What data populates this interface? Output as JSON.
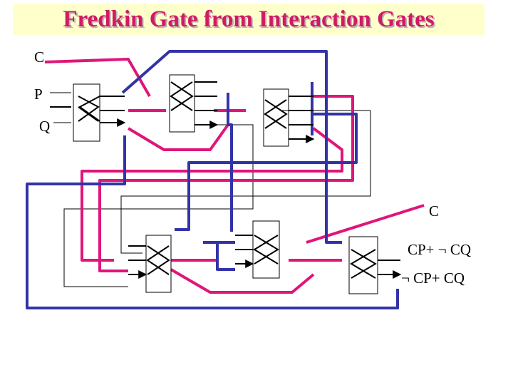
{
  "title": "Fredkin Gate from Interaction Gates",
  "inputs": {
    "c": "C",
    "p": "P",
    "q": "Q"
  },
  "outputs": {
    "c": "C",
    "out1": "CP+ ¬ CQ",
    "out2": "¬ CP+ CQ"
  },
  "colors": {
    "title": "#d11a66",
    "magenta_wire": "#e0157a",
    "blue_wire": "#3333a8",
    "thin_wire": "#000000"
  }
}
